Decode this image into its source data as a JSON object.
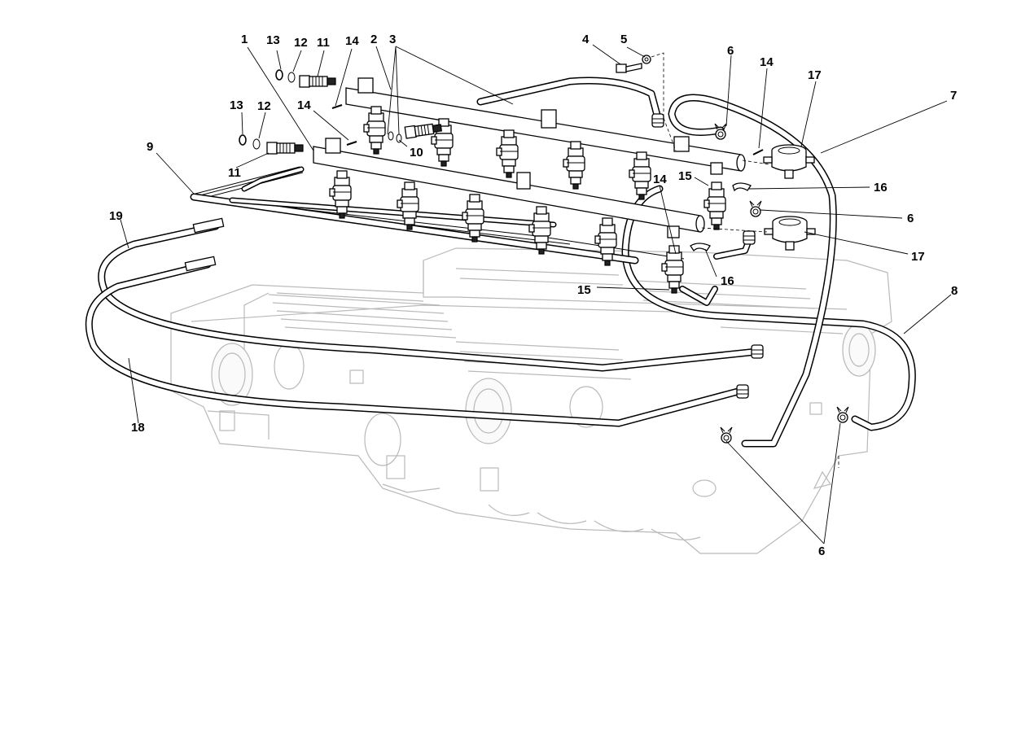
{
  "diagram": {
    "callouts": [
      {
        "text": "1"
      },
      {
        "text": "13"
      },
      {
        "text": "12"
      },
      {
        "text": "11"
      },
      {
        "text": "14"
      },
      {
        "text": "2"
      },
      {
        "text": "3"
      },
      {
        "text": "4"
      },
      {
        "text": "5"
      },
      {
        "text": "6"
      },
      {
        "text": "14"
      },
      {
        "text": "17"
      },
      {
        "text": "7"
      },
      {
        "text": "13"
      },
      {
        "text": "12"
      },
      {
        "text": "14"
      },
      {
        "text": "9"
      },
      {
        "text": "10"
      },
      {
        "text": "11"
      },
      {
        "text": "15"
      },
      {
        "text": "16"
      },
      {
        "text": "14"
      },
      {
        "text": "6"
      },
      {
        "text": "19"
      },
      {
        "text": "17"
      },
      {
        "text": "16"
      },
      {
        "text": "15"
      },
      {
        "text": "8"
      },
      {
        "text": "18"
      },
      {
        "text": "6"
      }
    ]
  }
}
